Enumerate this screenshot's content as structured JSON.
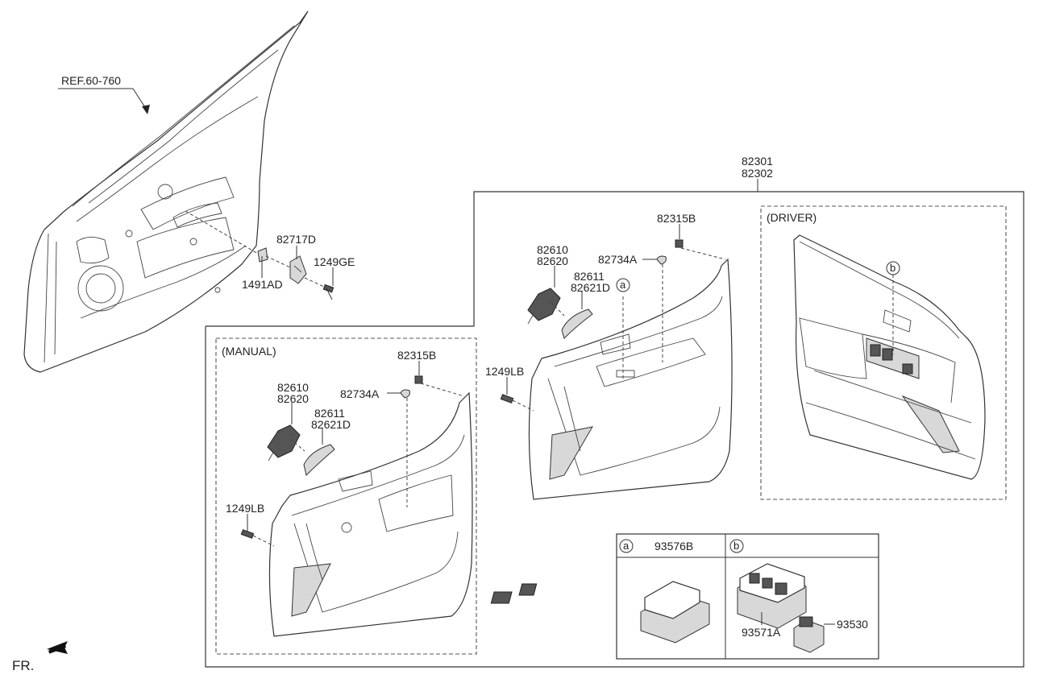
{
  "labels": {
    "ref": "REF.60-760",
    "p82717D": "82717D",
    "p1249GE": "1249GE",
    "p1491AD": "1491AD",
    "p82301": "82301",
    "p82302": "82302",
    "manual": "(MANUAL)",
    "driver": "(DRIVER)",
    "m82315B": "82315B",
    "m82734A": "82734A",
    "m82610": "82610",
    "m82620": "82620",
    "m82611": "82611",
    "m82621D": "82621D",
    "m1249LB": "1249LB",
    "u82315B": "82315B",
    "u82734A": "82734A",
    "u82610": "82610",
    "u82620": "82620",
    "u82611": "82611",
    "u82621D": "82621D",
    "u1249LB": "1249LB",
    "callout_a": "a",
    "callout_b": "b",
    "p93576B": "93576B",
    "p93571A": "93571A",
    "p93530": "93530",
    "fr": "FR."
  }
}
